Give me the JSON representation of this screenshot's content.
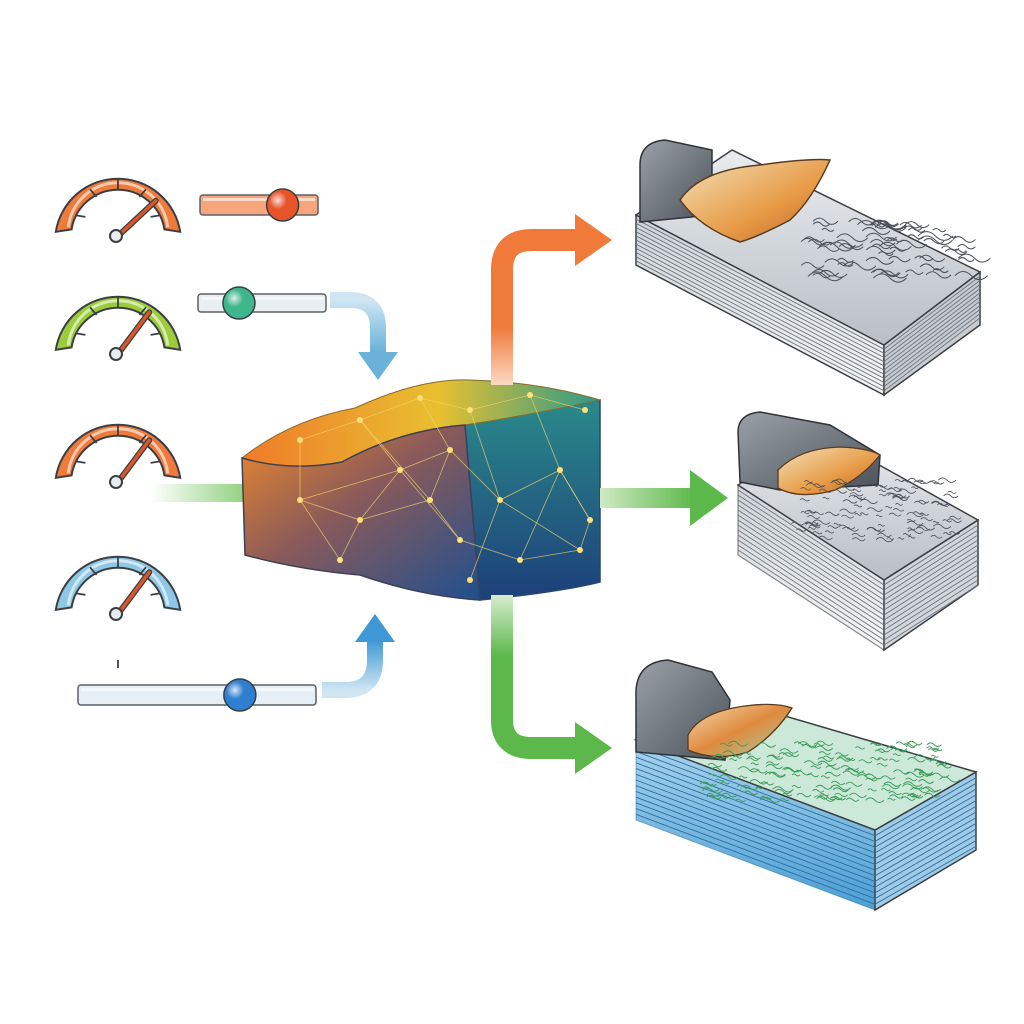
{
  "colors": {
    "orange": "#f07a3a",
    "green": "#5cb84a",
    "blue": "#4a9fd6",
    "light_blue": "#8fc8e6",
    "lime": "#9ccc3c",
    "needle": "#d8572a",
    "steel": "#6c757d",
    "outline": "#3b3f44"
  },
  "inputs": {
    "gauges": [
      {
        "id": "gauge-1",
        "arc_color": "#f07a3a",
        "level": 0.78
      },
      {
        "id": "gauge-2",
        "arc_color": "#9ccc3c",
        "level": 0.72
      },
      {
        "id": "gauge-3",
        "arc_color": "#f07a3a",
        "level": 0.72
      },
      {
        "id": "gauge-4",
        "arc_color": "#8fc8e6",
        "level": 0.72
      }
    ],
    "sliders": [
      {
        "id": "slider-1",
        "track_color": "#f6a57c",
        "knob_color": "#e8542a",
        "level": 0.7
      },
      {
        "id": "slider-2",
        "track_color": "#e8eef2",
        "knob_color": "#3eb58a",
        "level": 0.32
      },
      {
        "id": "slider-3",
        "track_color": "#e6eef6",
        "knob_color": "#2f7fd0",
        "level": 0.68
      }
    ]
  },
  "model": {
    "icon": "neural-network-block-icon"
  },
  "outputs": [
    {
      "id": "output-1",
      "icon": "coarse-chip-machined-block-icon",
      "arrow_color": "#f07a3a",
      "surface": "rough"
    },
    {
      "id": "output-2",
      "icon": "fine-chip-machined-block-icon",
      "arrow_color": "#5cb84a",
      "surface": "medium"
    },
    {
      "id": "output-3",
      "icon": "smooth-cooled-machined-block-icon",
      "arrow_color": "#5cb84a",
      "surface": "smooth"
    }
  ]
}
